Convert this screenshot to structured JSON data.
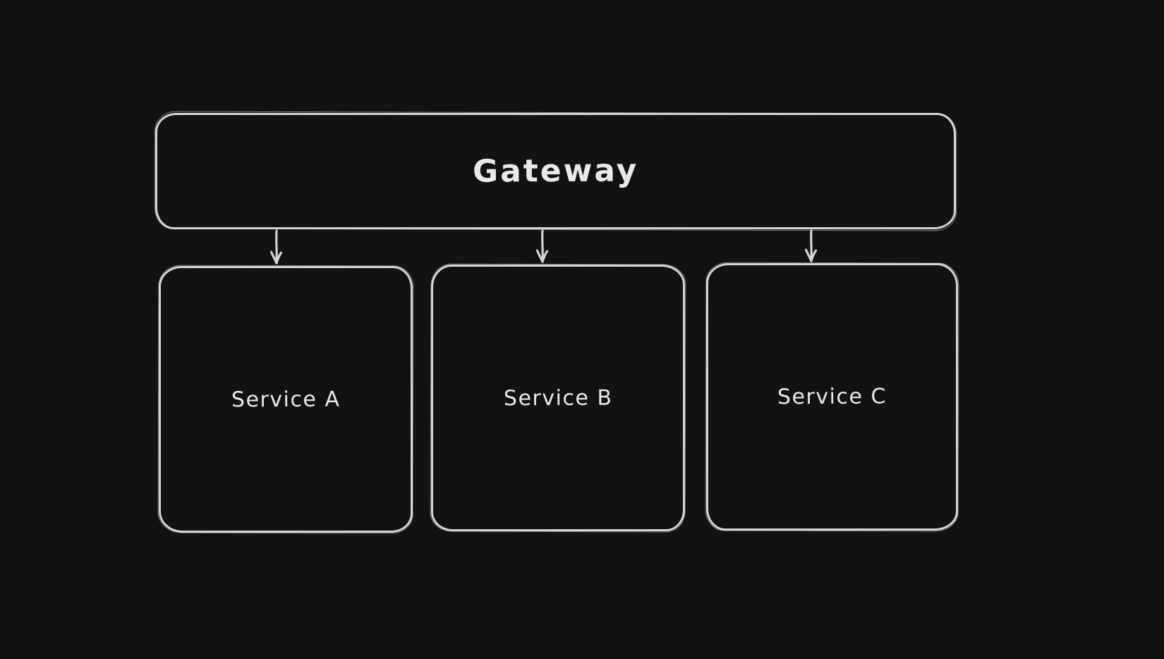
{
  "canvas": {
    "background_color": "#121212",
    "stroke_color": "#d4d4d4",
    "text_color": "#e9e9e9"
  },
  "nodes": {
    "gateway": {
      "id": "gateway",
      "label": "Gateway"
    },
    "services": [
      {
        "id": "service-a",
        "label": "Service A"
      },
      {
        "id": "service-b",
        "label": "Service B"
      },
      {
        "id": "service-c",
        "label": "Service C"
      }
    ]
  },
  "edges": [
    {
      "from": "Gateway",
      "to": "Service A",
      "direction": "down"
    },
    {
      "from": "Gateway",
      "to": "Service B",
      "direction": "down"
    },
    {
      "from": "Gateway",
      "to": "Service C",
      "direction": "down"
    }
  ]
}
